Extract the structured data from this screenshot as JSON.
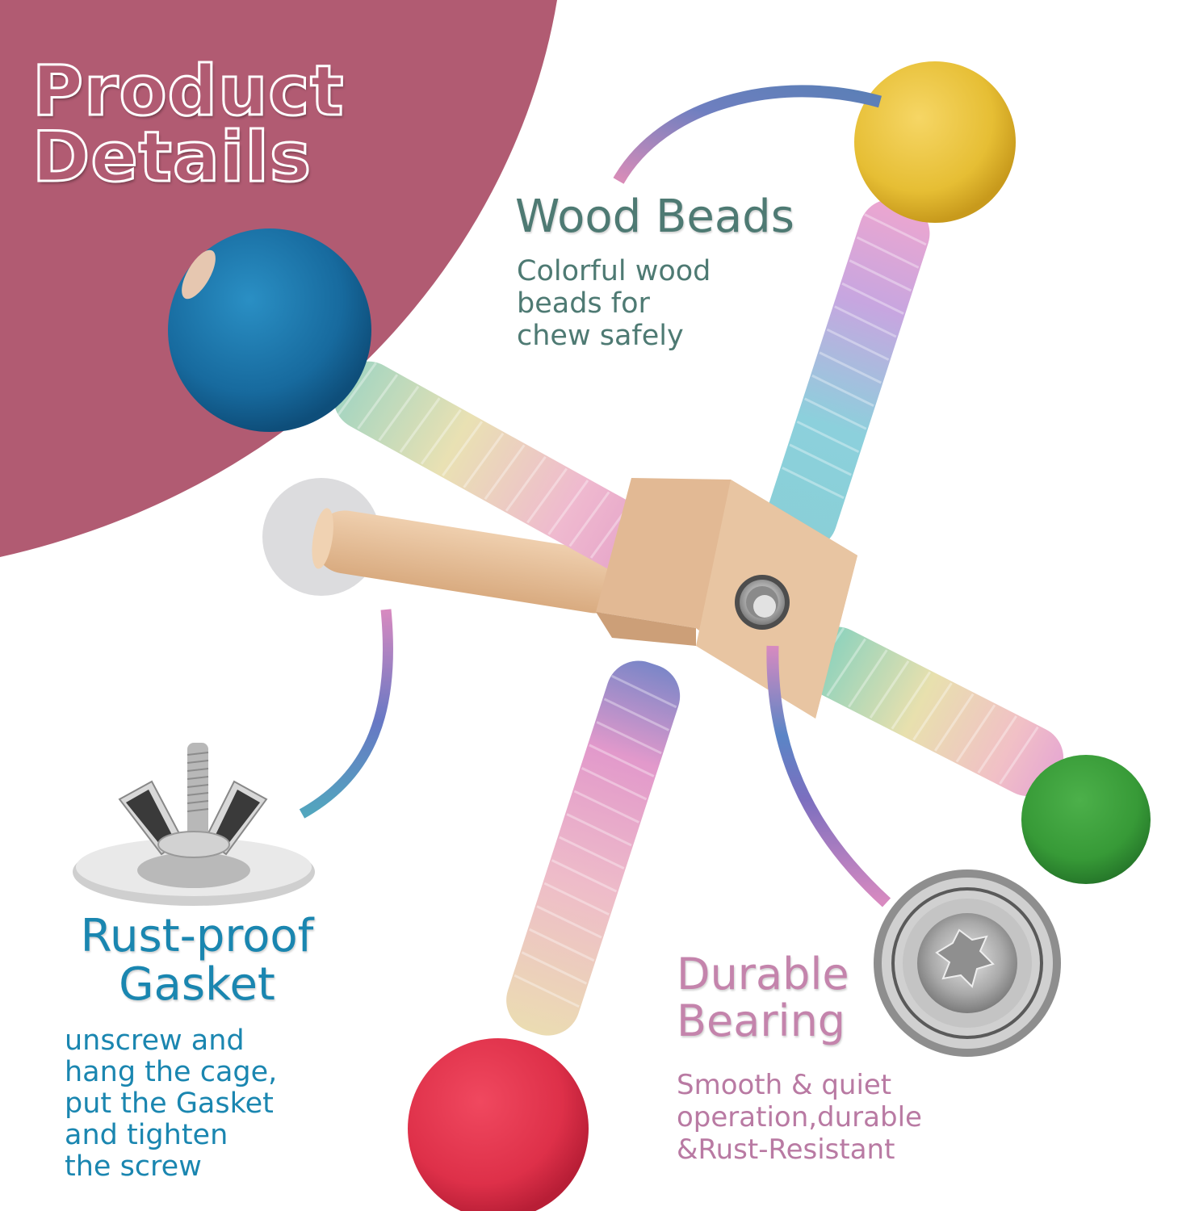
{
  "title": {
    "line1": "Product",
    "line2": "Details"
  },
  "features": [
    {
      "heading": "Wood Beads",
      "body": "Colorful wood\nbeads for\nchew safely",
      "color": "#4e7a73"
    },
    {
      "heading": "Rust-proof\nGasket",
      "body": "unscrew and\nhang the cage,\nput the Gasket\nand tighten\nthe screw",
      "color": "#1a86b0"
    },
    {
      "heading": "Durable\nBearing",
      "body": "Smooth & quiet\noperation,durable\n&Rust-Resistant",
      "color": "#c484ac"
    }
  ],
  "colors": {
    "background_arc": "#b15b72",
    "bead_blue": "#1a6fa3",
    "bead_yellow": "#e9c33c",
    "bead_green": "#3b9a3b",
    "bead_red": "#e0334f",
    "wood": "#e3bd98"
  }
}
